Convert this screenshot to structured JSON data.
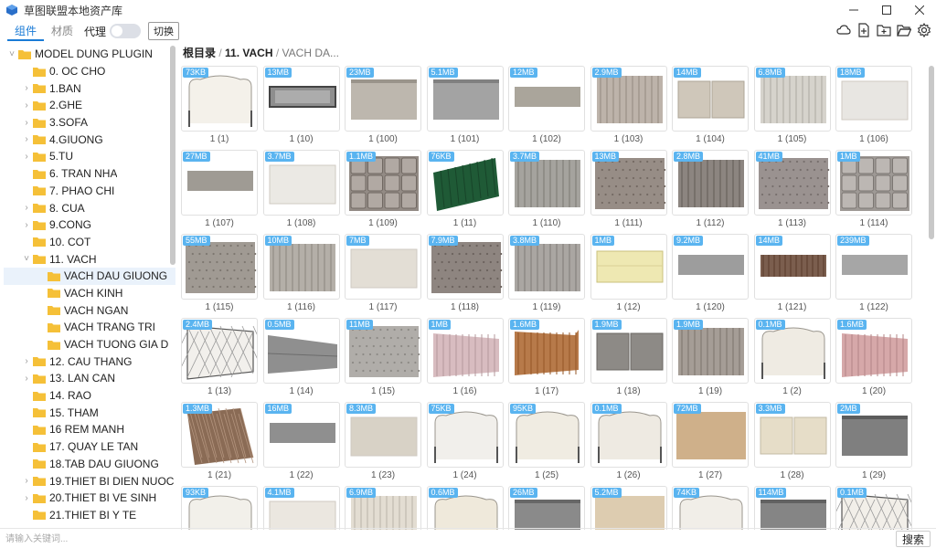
{
  "window": {
    "title": "草图联盟本地资产库"
  },
  "toolbar": {
    "tab_components": "组件",
    "tab_materials": "材质",
    "proxy_label": "代理",
    "switch_label": "切换"
  },
  "breadcrumb": {
    "root": "根目录",
    "sep1": "/",
    "mid": "11. VACH",
    "sep2": "/",
    "last": "VACH DA..."
  },
  "tree": [
    {
      "label": "MODEL DUNG PLUGIN",
      "level": 0,
      "arrow": "down"
    },
    {
      "label": "0. OC CHO",
      "level": 1,
      "arrow": "none"
    },
    {
      "label": "1.BAN",
      "level": 1,
      "arrow": "right"
    },
    {
      "label": "2.GHE",
      "level": 1,
      "arrow": "right"
    },
    {
      "label": "3.SOFA",
      "level": 1,
      "arrow": "right"
    },
    {
      "label": "4.GIUONG",
      "level": 1,
      "arrow": "right"
    },
    {
      "label": "5.TU",
      "level": 1,
      "arrow": "right"
    },
    {
      "label": "6. TRAN NHA",
      "level": 1,
      "arrow": "none"
    },
    {
      "label": "7. PHAO CHI",
      "level": 1,
      "arrow": "none"
    },
    {
      "label": "8. CUA",
      "level": 1,
      "arrow": "right"
    },
    {
      "label": "9.CONG",
      "level": 1,
      "arrow": "right"
    },
    {
      "label": "10. COT",
      "level": 1,
      "arrow": "none"
    },
    {
      "label": "11. VACH",
      "level": 1,
      "arrow": "down"
    },
    {
      "label": "VACH DAU GIUONG",
      "level": 2,
      "arrow": "none",
      "selected": true
    },
    {
      "label": "VACH KINH",
      "level": 2,
      "arrow": "none"
    },
    {
      "label": "VACH NGAN",
      "level": 2,
      "arrow": "none"
    },
    {
      "label": "VACH TRANG TRI",
      "level": 2,
      "arrow": "none"
    },
    {
      "label": "VACH TUONG GIA D",
      "level": 2,
      "arrow": "none"
    },
    {
      "label": "12. CAU THANG",
      "level": 1,
      "arrow": "right"
    },
    {
      "label": "13. LAN CAN",
      "level": 1,
      "arrow": "right"
    },
    {
      "label": "14. RAO",
      "level": 1,
      "arrow": "none"
    },
    {
      "label": "15. THAM",
      "level": 1,
      "arrow": "none"
    },
    {
      "label": "16 REM MANH",
      "level": 1,
      "arrow": "none"
    },
    {
      "label": "17. QUAY LE TAN",
      "level": 1,
      "arrow": "none"
    },
    {
      "label": "18.TAB DAU GIUONG",
      "level": 1,
      "arrow": "none"
    },
    {
      "label": "19.THIET BI DIEN NUOC",
      "level": 1,
      "arrow": "right"
    },
    {
      "label": "20.THIET BI VE SINH",
      "level": 1,
      "arrow": "right"
    },
    {
      "label": "21.THIET BI Y TE",
      "level": 1,
      "arrow": "none"
    }
  ],
  "assets": [
    {
      "size": "73KB",
      "name": "1 (1)",
      "style": "white-headboard-legs",
      "color": "#f4f1ea"
    },
    {
      "size": "13MB",
      "name": "1 (10)",
      "style": "dark-frame",
      "color": "#8e8e8e"
    },
    {
      "size": "23MB",
      "name": "1 (100)",
      "style": "grey-panel",
      "color": "#bdb7ae"
    },
    {
      "size": "5.1MB",
      "name": "1 (101)",
      "style": "grey-panel",
      "color": "#a3a3a3"
    },
    {
      "size": "12MB",
      "name": "1 (102)",
      "style": "thin-panel",
      "color": "#aaa59b"
    },
    {
      "size": "2.9MB",
      "name": "1 (103)",
      "style": "vertical-ribs",
      "color": "#bdb3aa"
    },
    {
      "size": "14MB",
      "name": "1 (104)",
      "style": "split-panel",
      "color": "#cfc7ba"
    },
    {
      "size": "6.8MB",
      "name": "1 (105)",
      "style": "vertical-ribs",
      "color": "#d6d3cc"
    },
    {
      "size": "18MB",
      "name": "1 (106)",
      "style": "light-panel",
      "color": "#e8e6e2"
    },
    {
      "size": "27MB",
      "name": "1 (107)",
      "style": "thin-panel",
      "color": "#9f9b94"
    },
    {
      "size": "3.7MB",
      "name": "1 (108)",
      "style": "light-panel",
      "color": "#ebe9e4"
    },
    {
      "size": "1.1MB",
      "name": "1 (109)",
      "style": "tufted-grid",
      "color": "#938b85"
    },
    {
      "size": "76KB",
      "name": "1 (11)",
      "style": "green-panel",
      "color": "#1f5a36"
    },
    {
      "size": "3.7MB",
      "name": "1 (110)",
      "style": "vertical-ribs",
      "color": "#a5a39e"
    },
    {
      "size": "13MB",
      "name": "1 (111)",
      "style": "tufted-diamond",
      "color": "#978d86"
    },
    {
      "size": "2.8MB",
      "name": "1 (112)",
      "style": "vertical-ribs",
      "color": "#8c8580"
    },
    {
      "size": "41MB",
      "name": "1 (113)",
      "style": "tufted-diamond",
      "color": "#9a9290"
    },
    {
      "size": "1MB",
      "name": "1 (114)",
      "style": "tufted-grid",
      "color": "#9e9995"
    },
    {
      "size": "55MB",
      "name": "1 (115)",
      "style": "tufted-diamond",
      "color": "#a09a93"
    },
    {
      "size": "10MB",
      "name": "1 (116)",
      "style": "vertical-ribs",
      "color": "#b4afa8"
    },
    {
      "size": "7MB",
      "name": "1 (117)",
      "style": "light-panel",
      "color": "#e3ded5"
    },
    {
      "size": "7.9MB",
      "name": "1 (118)",
      "style": "tufted-diamond",
      "color": "#8e8580"
    },
    {
      "size": "3.8MB",
      "name": "1 (119)",
      "style": "vertical-ribs",
      "color": "#aaa6a2"
    },
    {
      "size": "1MB",
      "name": "1 (12)",
      "style": "yellow-panel",
      "color": "#eee8b2"
    },
    {
      "size": "9.2MB",
      "name": "1 (120)",
      "style": "thin-panel",
      "color": "#9d9d9d"
    },
    {
      "size": "14MB",
      "name": "1 (121)",
      "style": "brown-panel",
      "color": "#7b5e4e"
    },
    {
      "size": "239MB",
      "name": "1 (122)",
      "style": "thin-panel",
      "color": "#a6a6a6"
    },
    {
      "size": "2.4MB",
      "name": "1 (13)",
      "style": "tufted-white",
      "color": "#f2f0ec"
    },
    {
      "size": "0.5MB",
      "name": "1 (14)",
      "style": "angled-panel",
      "color": "#8f8f8f"
    },
    {
      "size": "11MB",
      "name": "1 (15)",
      "style": "tufted-diamond",
      "color": "#b0ada9"
    },
    {
      "size": "1MB",
      "name": "1 (16)",
      "style": "pink-ribs",
      "color": "#d8bcc0"
    },
    {
      "size": "1.6MB",
      "name": "1 (17)",
      "style": "wood-ribs",
      "color": "#b77a4a"
    },
    {
      "size": "1.9MB",
      "name": "1 (18)",
      "style": "split-panel",
      "color": "#8d8a86"
    },
    {
      "size": "1.9MB",
      "name": "1 (19)",
      "style": "vertical-ribs",
      "color": "#a59d96"
    },
    {
      "size": "0.1MB",
      "name": "1 (2)",
      "style": "white-headboard-legs",
      "color": "#efebe3"
    },
    {
      "size": "1.6MB",
      "name": "1 (20)",
      "style": "pink-ribs",
      "color": "#d6a8a9"
    },
    {
      "size": "1.3MB",
      "name": "1 (21)",
      "style": "tufted-brown",
      "color": "#8a6b55"
    },
    {
      "size": "16MB",
      "name": "1 (22)",
      "style": "thin-panel",
      "color": "#8f8f8f"
    },
    {
      "size": "8.3MB",
      "name": "1 (23)",
      "style": "light-panel",
      "color": "#d8d2c6"
    },
    {
      "size": "75KB",
      "name": "1 (24)",
      "style": "white-headboard-legs",
      "color": "#f1efeb"
    },
    {
      "size": "95KB",
      "name": "1 (25)",
      "style": "white-headboard-legs",
      "color": "#f0ece2"
    },
    {
      "size": "0.1MB",
      "name": "1 (26)",
      "style": "white-headboard-legs",
      "color": "#eeeae2"
    },
    {
      "size": "72MB",
      "name": "1 (27)",
      "style": "beige-panel",
      "color": "#cfb08a"
    },
    {
      "size": "3.3MB",
      "name": "1 (28)",
      "style": "split-panel",
      "color": "#e6ddc8"
    },
    {
      "size": "2MB",
      "name": "1 (29)",
      "style": "grey-panel",
      "color": "#7f7f7f"
    },
    {
      "size": "93KB",
      "name": "",
      "style": "white-headboard-legs",
      "color": "#f2f0ea"
    },
    {
      "size": "4.1MB",
      "name": "",
      "style": "light-panel",
      "color": "#ebe7e0"
    },
    {
      "size": "6.9MB",
      "name": "",
      "style": "vertical-ribs",
      "color": "#e3ddd2"
    },
    {
      "size": "0.6MB",
      "name": "",
      "style": "white-headboard-legs",
      "color": "#efe9db"
    },
    {
      "size": "26MB",
      "name": "",
      "style": "grey-panel",
      "color": "#8a8a8a"
    },
    {
      "size": "5.2MB",
      "name": "",
      "style": "beige-panel",
      "color": "#ddccb0"
    },
    {
      "size": "74KB",
      "name": "",
      "style": "white-headboard-legs",
      "color": "#f1eee8"
    },
    {
      "size": "114MB",
      "name": "",
      "style": "grey-panel",
      "color": "#858585"
    },
    {
      "size": "0.1MB",
      "name": "",
      "style": "tufted-white",
      "color": "#f2efe9"
    }
  ],
  "search": {
    "placeholder": "请输入关键词...",
    "button_label": "搜索"
  },
  "icons": {
    "toolbar_right": [
      "cloud-icon",
      "add-file-icon",
      "add-folder-icon",
      "open-folder-icon",
      "settings-icon"
    ]
  },
  "colors": {
    "accent": "#1a7bd6",
    "badge": "#5ab4f0",
    "folder": "#f5c038",
    "selected_row": "#eaf2fb"
  }
}
